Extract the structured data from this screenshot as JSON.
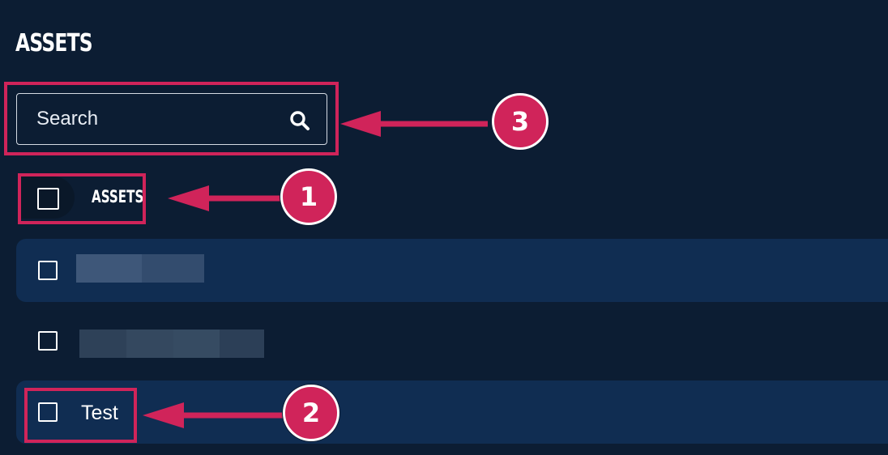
{
  "page_title": "ASSETS",
  "search": {
    "placeholder": "Search",
    "value": ""
  },
  "list": {
    "header_label": "ASSETS",
    "items": [
      {
        "label": "",
        "redacted": true
      },
      {
        "label": "",
        "redacted": true
      },
      {
        "label": "Test"
      }
    ]
  },
  "callouts": [
    "1",
    "2",
    "3"
  ],
  "colors": {
    "background": "#0c1d33",
    "row_highlight": "#102d52",
    "annotation": "#d0245a",
    "text": "#ffffff"
  }
}
